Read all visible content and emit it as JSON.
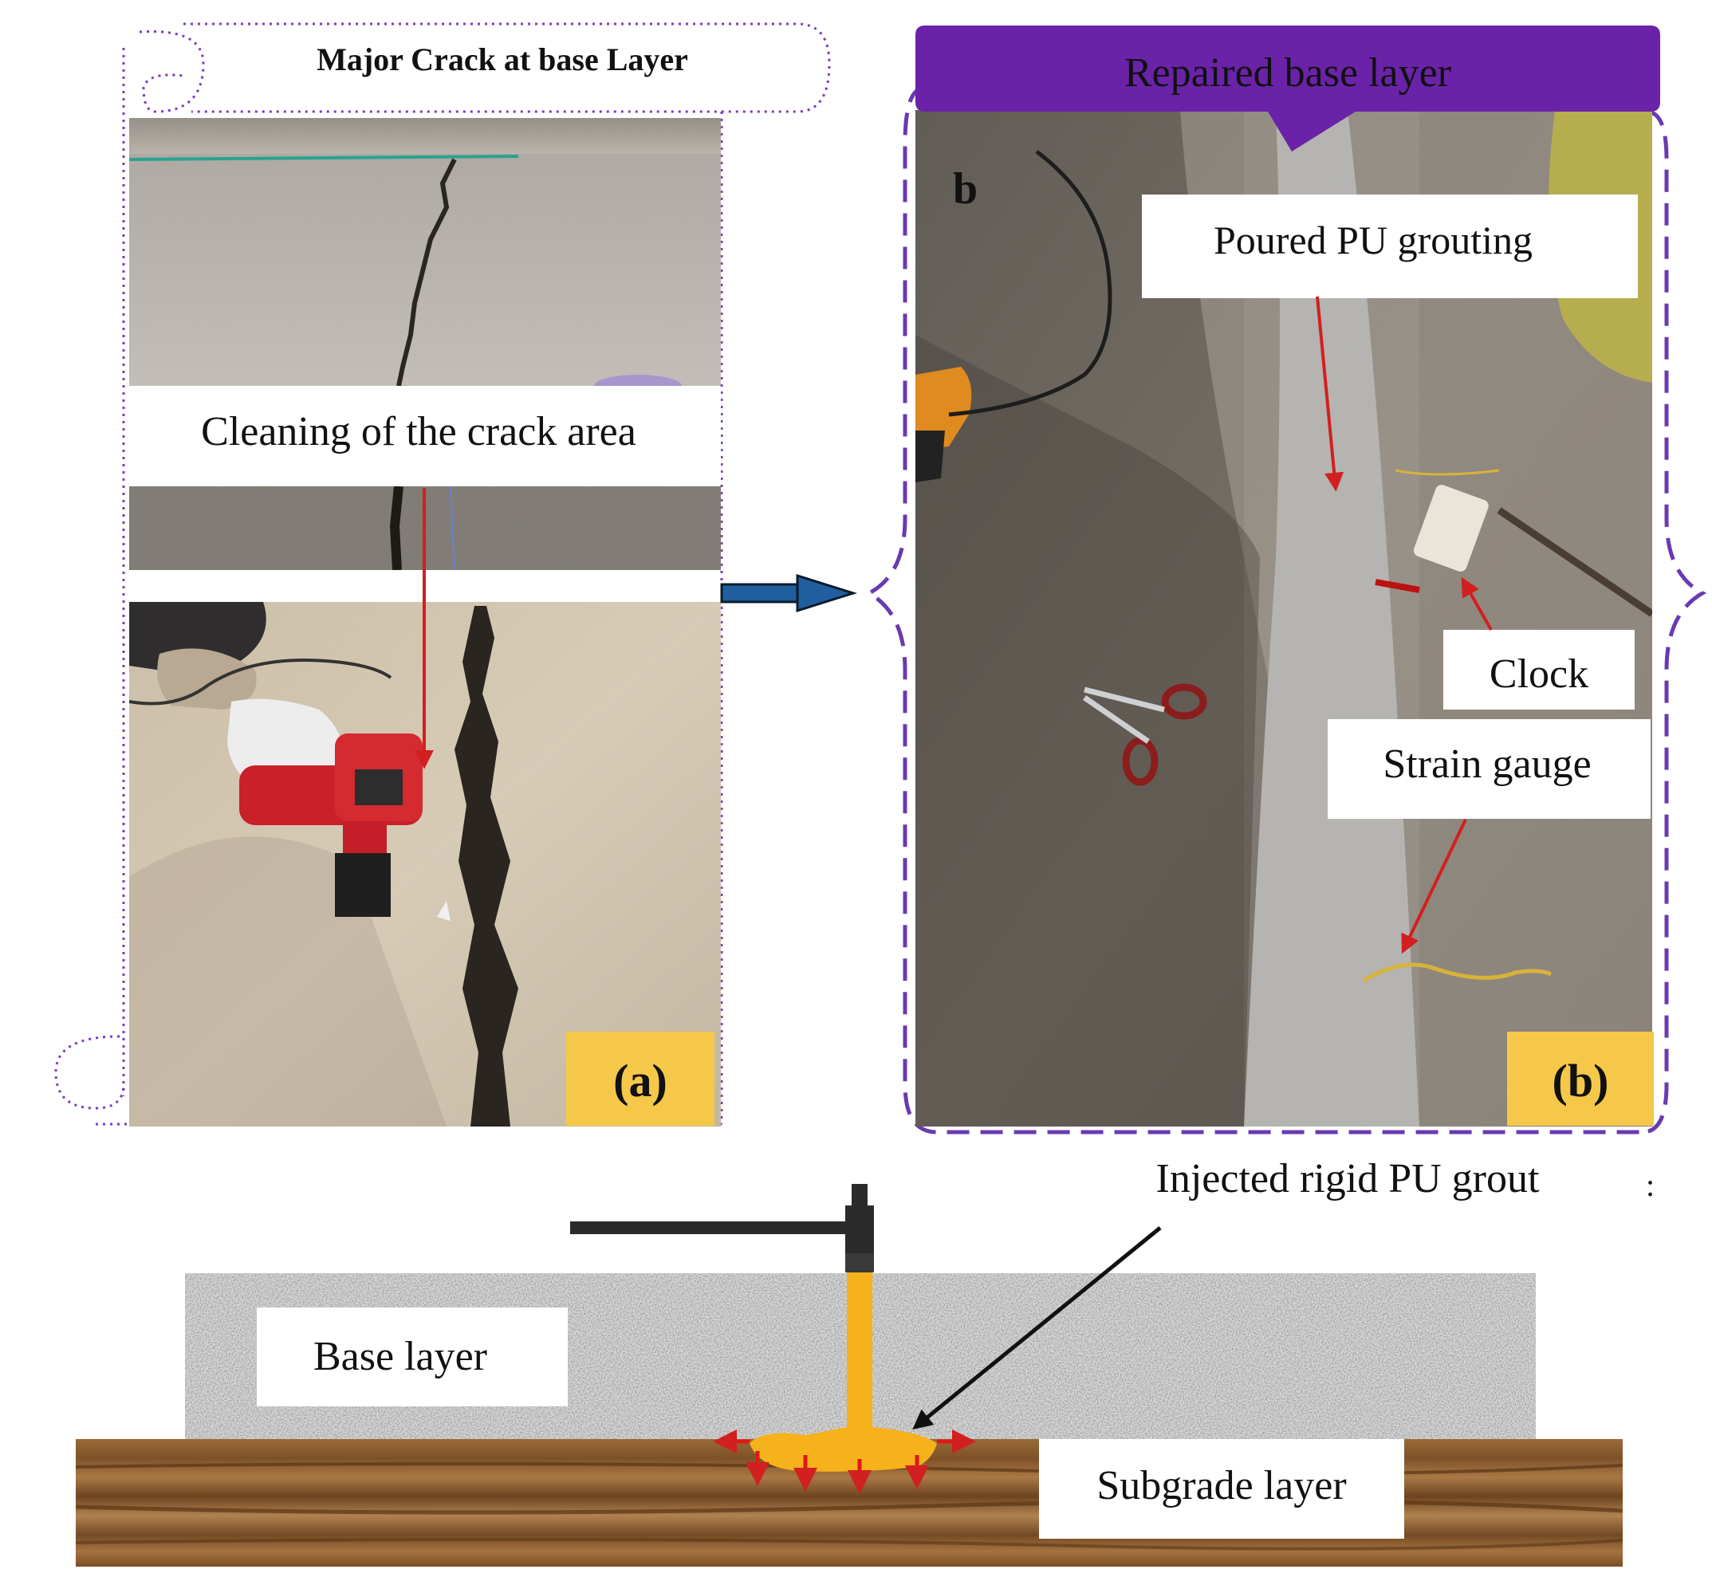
{
  "panel_a": {
    "title": "Major Crack at base Layer",
    "step_label": "Cleaning of the crack area",
    "panel_tag": "(a)"
  },
  "panel_b": {
    "title": "Repaired base layer",
    "corner_letter": "b",
    "labels": {
      "grouting": "Poured PU grouting",
      "clock": "Clock",
      "strain_gauge": "Strain gauge"
    },
    "panel_tag": "(b)"
  },
  "cross_section": {
    "injection_label": "Injected rigid PU grout",
    "base_label": "Base layer",
    "subgrade_label": "Subgrade layer"
  },
  "colors": {
    "frame_purple": "#7a3cc0",
    "banner_purple": "#6a23a8",
    "tag_yellow": "#f6c84a",
    "arrow_red": "#d21f1f",
    "flow_arrow_blue": "#1f5f9f",
    "grout_orange": "#f6b21a"
  }
}
